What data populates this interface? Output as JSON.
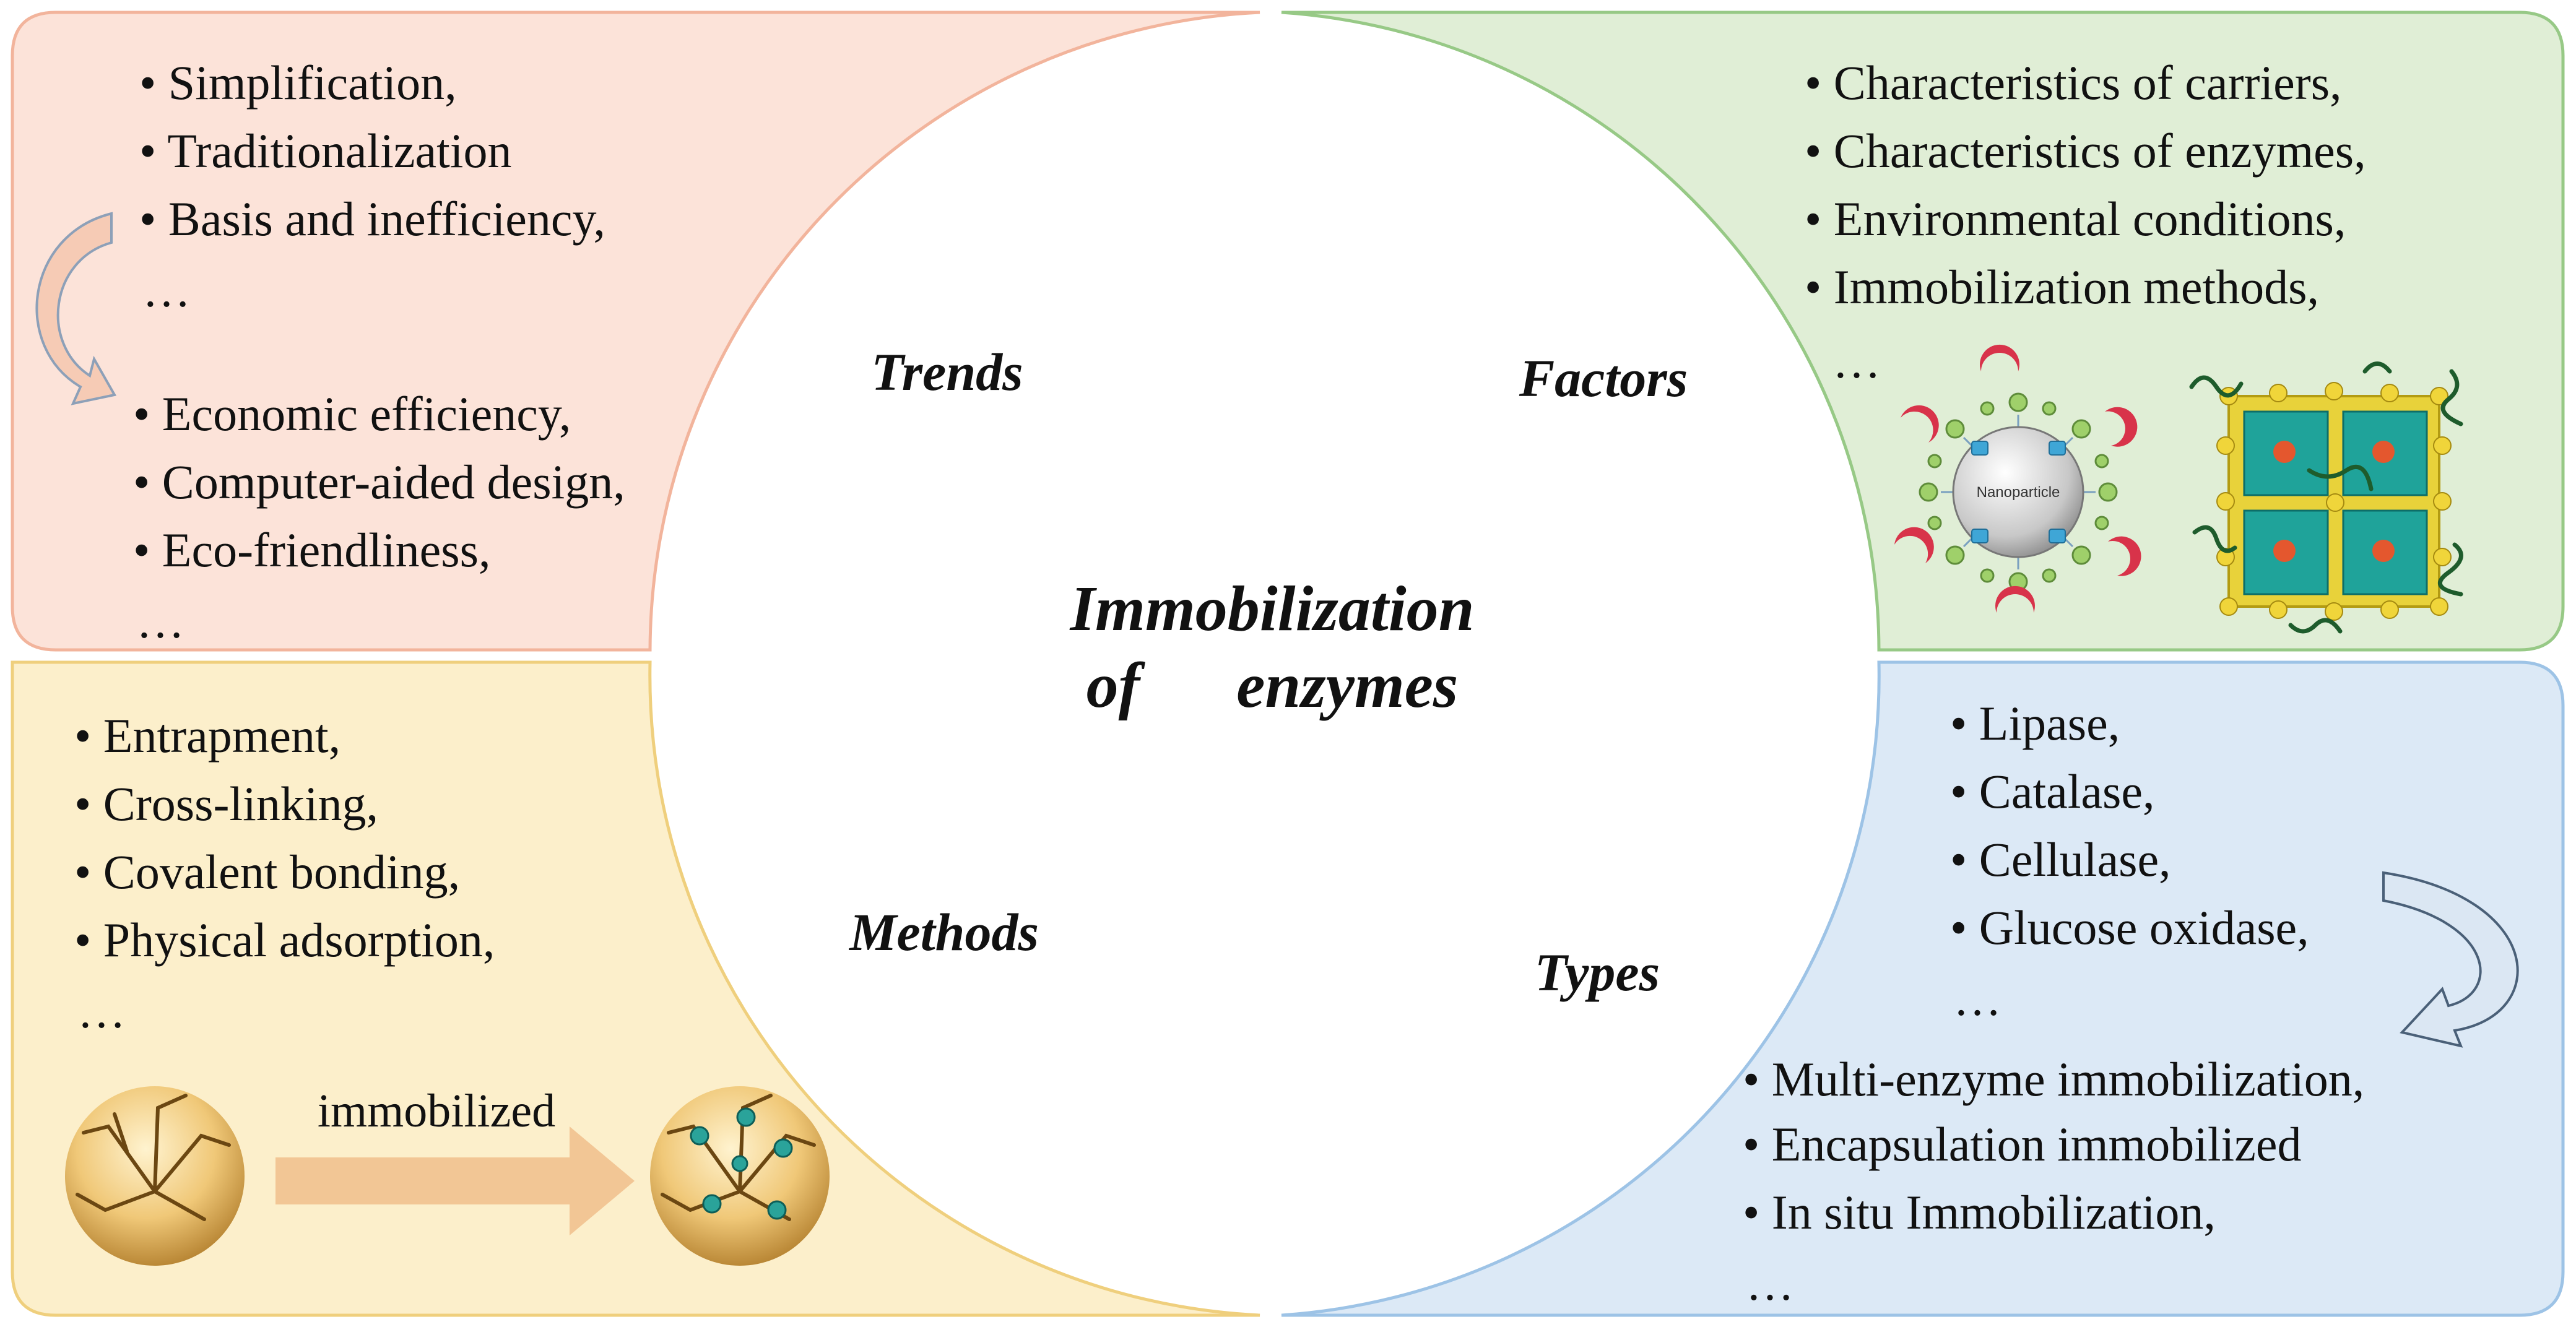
{
  "colors": {
    "trends_fill": "#fce3d9",
    "trends_stroke": "#f2b49c",
    "factors_fill": "#e0eed6",
    "factors_stroke": "#97c986",
    "methods_fill": "#fcefcb",
    "methods_stroke": "#efcf7d",
    "types_fill": "#dce9f6",
    "types_stroke": "#9dc3e6",
    "center_fill": "#ffffff"
  },
  "center": {
    "title_line1": "Immobilization",
    "title_line2": "of      enzymes"
  },
  "trends": {
    "label": "Trends",
    "old": [
      "• Simplification,",
      "• Traditionalization",
      "• Basis and inefficiency,",
      "…"
    ],
    "new": [
      "• Economic efficiency,",
      "• Computer-aided design,",
      "• Eco-friendliness,",
      "…"
    ]
  },
  "factors": {
    "label": "Factors",
    "items": [
      "• Characteristics of carriers,",
      "• Characteristics of enzymes,",
      "• Environmental conditions,",
      "• Immobilization methods,",
      "…"
    ],
    "nanoparticle_label": "Nanoparticle"
  },
  "methods": {
    "label": "Methods",
    "items": [
      "• Entrapment,",
      "• Cross-linking,",
      "• Covalent bonding,",
      "• Physical adsorption,",
      "…"
    ],
    "arrow_label": "immobilized"
  },
  "types": {
    "label": "Types",
    "items": [
      "• Lipase,",
      "• Catalase,",
      "• Cellulase,",
      "• Glucose oxidase,",
      "…"
    ],
    "advanced": [
      "• Multi-enzyme immobilization,",
      "• Encapsulation immobilized",
      "• In situ Immobilization,",
      "…"
    ]
  },
  "icons": [
    "curved-arrow-icon",
    "nanoparticle-icon",
    "enzyme-framework-icon",
    "porous-sphere-icon",
    "right-arrow-icon"
  ]
}
